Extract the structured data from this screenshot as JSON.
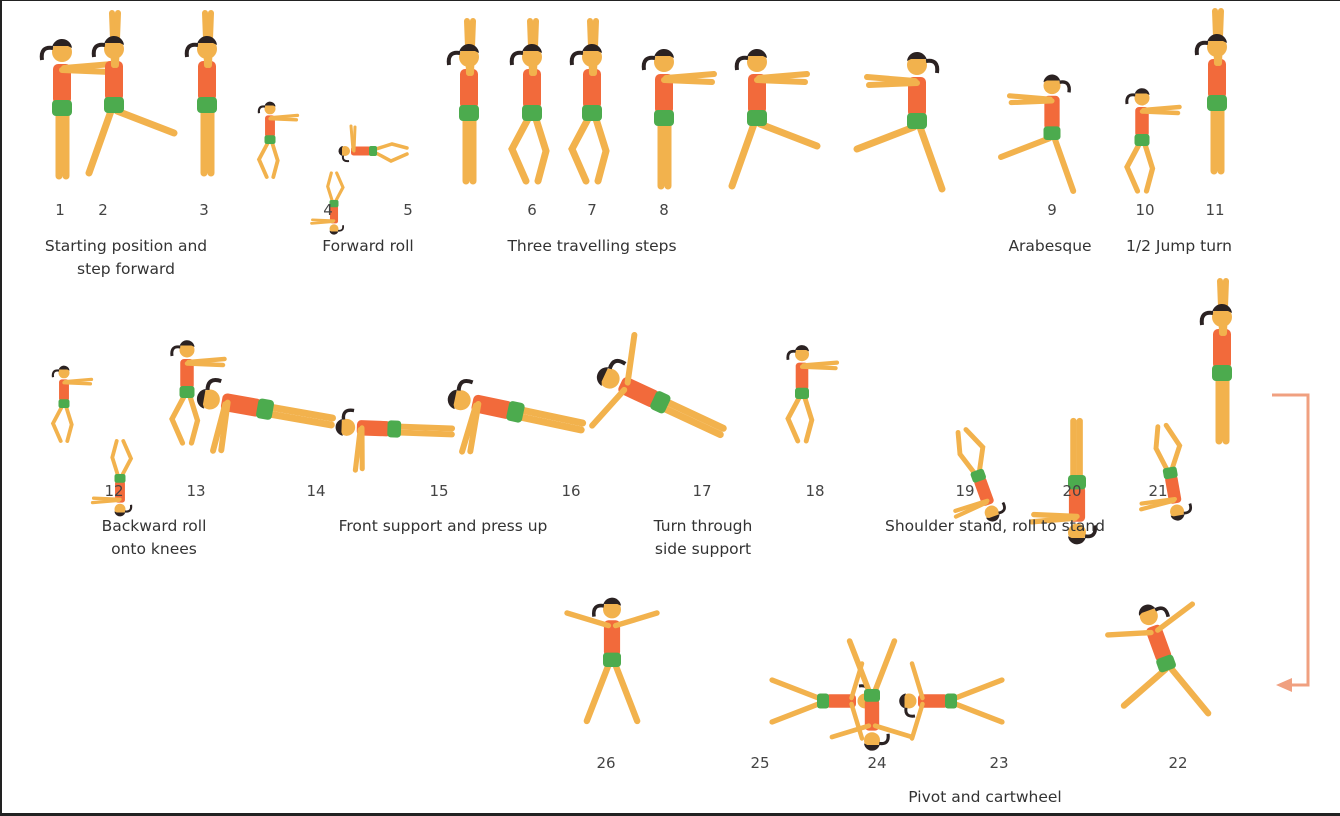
{
  "colors": {
    "skin": "#f2b24d",
    "shirt": "#f26a3b",
    "shorts": "#4cab4e",
    "hair": "#2b2222",
    "arrow": "#f0a080"
  },
  "row1": {
    "numbers": [
      "1",
      "2",
      "3",
      "4",
      "5",
      "6",
      "7",
      "8",
      "9",
      "10",
      "11"
    ],
    "captions": [
      {
        "lines": [
          "Starting position and",
          "step forward"
        ]
      },
      {
        "lines": [
          "Forward roll"
        ]
      },
      {
        "lines": [
          "Three travelling steps"
        ]
      },
      {
        "lines": [
          "Arabesque"
        ]
      },
      {
        "lines": [
          "1/2 Jump turn"
        ]
      }
    ]
  },
  "row2": {
    "numbers": [
      "12",
      "13",
      "14",
      "15",
      "16",
      "17",
      "18",
      "19",
      "20",
      "21"
    ],
    "captions": [
      {
        "lines": [
          "Backward roll",
          "onto knees"
        ]
      },
      {
        "lines": [
          "Front support and press up"
        ]
      },
      {
        "lines": [
          "Turn through",
          "side support"
        ]
      },
      {
        "lines": [
          "Shoulder stand, roll to stand"
        ]
      }
    ]
  },
  "row3": {
    "numbers": [
      "26",
      "25",
      "24",
      "23",
      "22"
    ],
    "captions": [
      {
        "lines": [
          "Pivot and cartwheel"
        ]
      }
    ]
  }
}
